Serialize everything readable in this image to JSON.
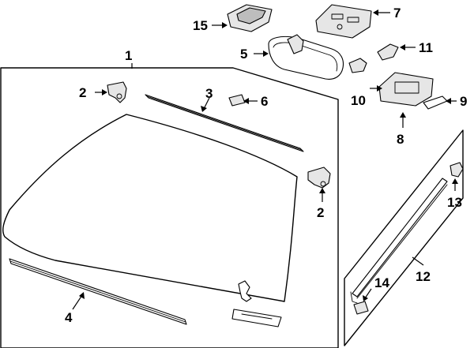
{
  "callouts": {
    "c1": "1",
    "c2a": "2",
    "c2b": "2",
    "c3": "3",
    "c4": "4",
    "c5": "5",
    "c6": "6",
    "c7": "7",
    "c8": "8",
    "c9": "9",
    "c10": "10",
    "c11": "11",
    "c12": "12",
    "c13": "13",
    "c14": "14",
    "c15": "15"
  }
}
